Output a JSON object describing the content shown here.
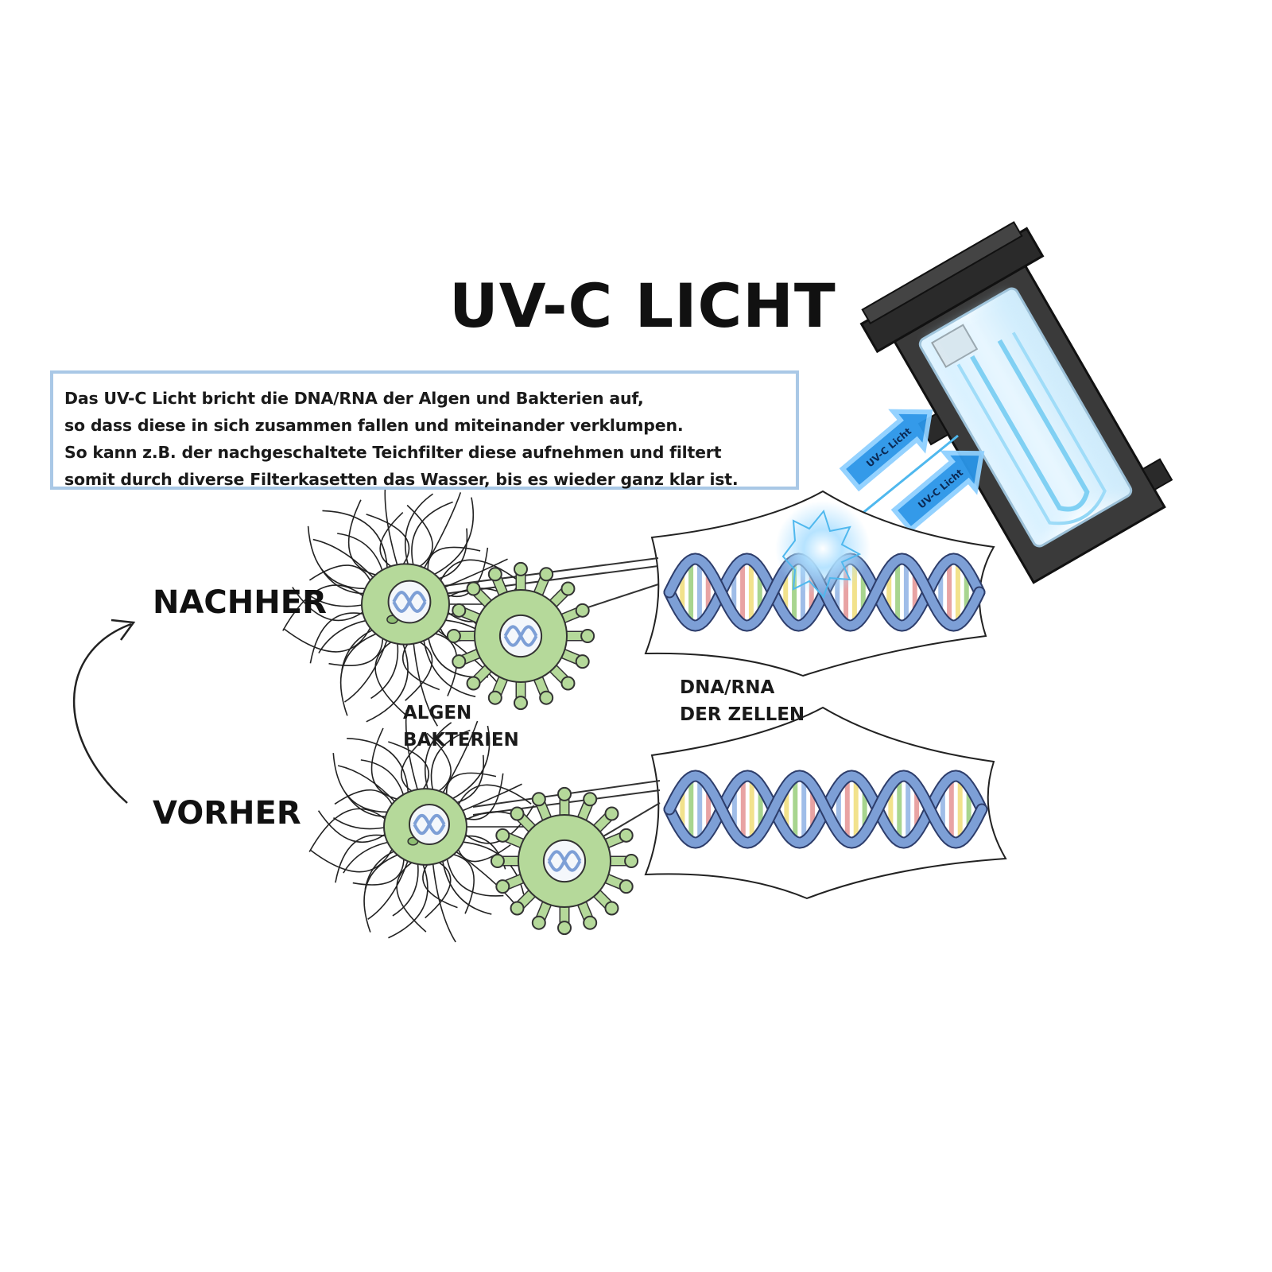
{
  "title": "UV-C LICHT",
  "description": {
    "lines": [
      "Das UV-C Licht bricht die DNA/RNA der Algen und Bakterien auf,",
      "so dass diese in sich zusammen fallen und miteinander verklumpen.",
      "So kann z.B. der nachgeschaltete Teichfilter diese aufnehmen und filtert",
      "somit durch diverse Filterkasetten das Wasser, bis es wieder ganz klar ist."
    ]
  },
  "labels": {
    "after": "NACHHER",
    "before": "VORHER",
    "cells": [
      "ALGEN",
      "BAKTERIEN"
    ],
    "dna": [
      "DNA/RNA",
      "DER ZELLEN"
    ]
  },
  "uv_arrows": [
    "UV-C Licht",
    "UV-C Licht"
  ],
  "colors": {
    "border": "#a9c8e6",
    "cell_green": "#b5d99a",
    "dna_blue": "#7d9fd6",
    "uv_blue": "#1e90ff",
    "lamp_dark": "#3a3a3a"
  },
  "icons": [
    "uv-lamp-icon",
    "algae-cell-icon",
    "bacteria-cell-icon",
    "dna-helix-icon",
    "curved-arrow-icon"
  ]
}
